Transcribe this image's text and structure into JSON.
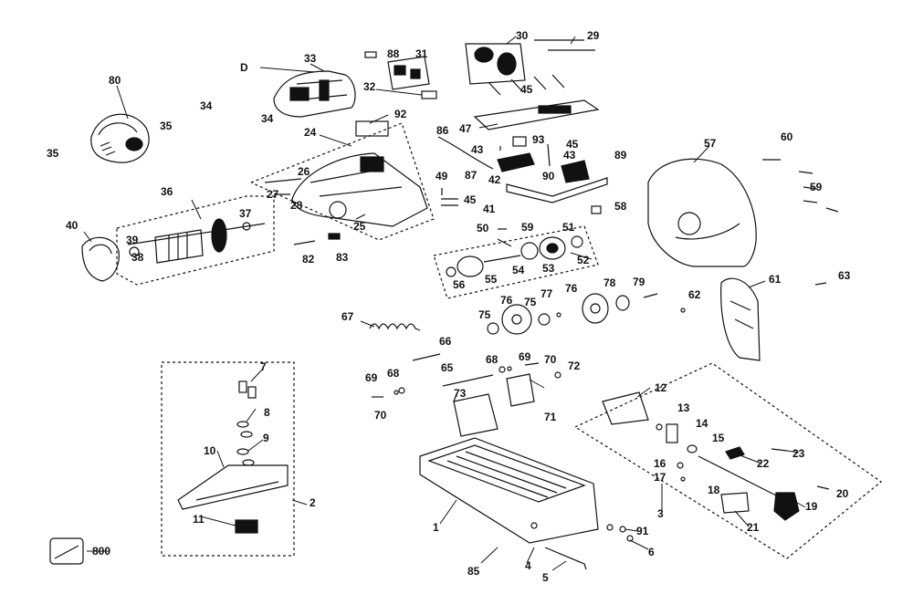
{
  "diagram": {
    "labels": [
      {
        "id": "80",
        "text": "80"
      },
      {
        "id": "35a",
        "text": "35"
      },
      {
        "id": "35b",
        "text": "35"
      },
      {
        "id": "34a",
        "text": "34"
      },
      {
        "id": "34b",
        "text": "34"
      },
      {
        "id": "D",
        "text": "D"
      },
      {
        "id": "33",
        "text": "33"
      },
      {
        "id": "88",
        "text": "88"
      },
      {
        "id": "31",
        "text": "31"
      },
      {
        "id": "32",
        "text": "32"
      },
      {
        "id": "30",
        "text": "30"
      },
      {
        "id": "29",
        "text": "29"
      },
      {
        "id": "45a",
        "text": "45"
      },
      {
        "id": "47",
        "text": "47"
      },
      {
        "id": "92",
        "text": "92"
      },
      {
        "id": "86",
        "text": "86"
      },
      {
        "id": "93",
        "text": "93"
      },
      {
        "id": "45b",
        "text": "45"
      },
      {
        "id": "43a",
        "text": "43"
      },
      {
        "id": "43b",
        "text": "43"
      },
      {
        "id": "89",
        "text": "89"
      },
      {
        "id": "87",
        "text": "87"
      },
      {
        "id": "42",
        "text": "42"
      },
      {
        "id": "90",
        "text": "90"
      },
      {
        "id": "24",
        "text": "24"
      },
      {
        "id": "26",
        "text": "26"
      },
      {
        "id": "27",
        "text": "27"
      },
      {
        "id": "28",
        "text": "28"
      },
      {
        "id": "25",
        "text": "25"
      },
      {
        "id": "49",
        "text": "49"
      },
      {
        "id": "45c",
        "text": "45"
      },
      {
        "id": "41",
        "text": "41"
      },
      {
        "id": "57",
        "text": "57"
      },
      {
        "id": "60",
        "text": "60"
      },
      {
        "id": "59a",
        "text": "59"
      },
      {
        "id": "36",
        "text": "36"
      },
      {
        "id": "37",
        "text": "37"
      },
      {
        "id": "40",
        "text": "40"
      },
      {
        "id": "39",
        "text": "39"
      },
      {
        "id": "38",
        "text": "38"
      },
      {
        "id": "82",
        "text": "82"
      },
      {
        "id": "83",
        "text": "83"
      },
      {
        "id": "58",
        "text": "58"
      },
      {
        "id": "50",
        "text": "50"
      },
      {
        "id": "59b",
        "text": "59"
      },
      {
        "id": "51",
        "text": "51"
      },
      {
        "id": "56",
        "text": "56"
      },
      {
        "id": "55",
        "text": "55"
      },
      {
        "id": "54",
        "text": "54"
      },
      {
        "id": "53",
        "text": "53"
      },
      {
        "id": "52",
        "text": "52"
      },
      {
        "id": "63",
        "text": "63"
      },
      {
        "id": "61",
        "text": "61"
      },
      {
        "id": "62",
        "text": "62"
      },
      {
        "id": "67",
        "text": "67"
      },
      {
        "id": "77",
        "text": "77"
      },
      {
        "id": "76a",
        "text": "76"
      },
      {
        "id": "75a",
        "text": "75"
      },
      {
        "id": "76b",
        "text": "76"
      },
      {
        "id": "78",
        "text": "78"
      },
      {
        "id": "79",
        "text": "79"
      },
      {
        "id": "75b",
        "text": "75"
      },
      {
        "id": "66",
        "text": "66"
      },
      {
        "id": "68a",
        "text": "68"
      },
      {
        "id": "69a",
        "text": "69"
      },
      {
        "id": "70a",
        "text": "70"
      },
      {
        "id": "72",
        "text": "72"
      },
      {
        "id": "65",
        "text": "65"
      },
      {
        "id": "69b",
        "text": "69"
      },
      {
        "id": "68b",
        "text": "68"
      },
      {
        "id": "73",
        "text": "73"
      },
      {
        "id": "70b",
        "text": "70"
      },
      {
        "id": "71",
        "text": "71"
      },
      {
        "id": "7",
        "text": "7"
      },
      {
        "id": "8",
        "text": "8"
      },
      {
        "id": "9",
        "text": "9"
      },
      {
        "id": "10",
        "text": "10"
      },
      {
        "id": "2",
        "text": "2"
      },
      {
        "id": "11",
        "text": "11"
      },
      {
        "id": "12",
        "text": "12"
      },
      {
        "id": "13",
        "text": "13"
      },
      {
        "id": "14",
        "text": "14"
      },
      {
        "id": "15",
        "text": "15"
      },
      {
        "id": "23",
        "text": "23"
      },
      {
        "id": "16",
        "text": "16"
      },
      {
        "id": "22",
        "text": "22"
      },
      {
        "id": "17",
        "text": "17"
      },
      {
        "id": "18",
        "text": "18"
      },
      {
        "id": "19",
        "text": "19"
      },
      {
        "id": "20",
        "text": "20"
      },
      {
        "id": "3",
        "text": "3"
      },
      {
        "id": "21",
        "text": "21"
      },
      {
        "id": "1",
        "text": "1"
      },
      {
        "id": "91",
        "text": "91"
      },
      {
        "id": "6",
        "text": "6"
      },
      {
        "id": "800",
        "text": "800"
      },
      {
        "id": "85",
        "text": "85"
      },
      {
        "id": "4",
        "text": "4"
      },
      {
        "id": "5",
        "text": "5"
      }
    ]
  }
}
